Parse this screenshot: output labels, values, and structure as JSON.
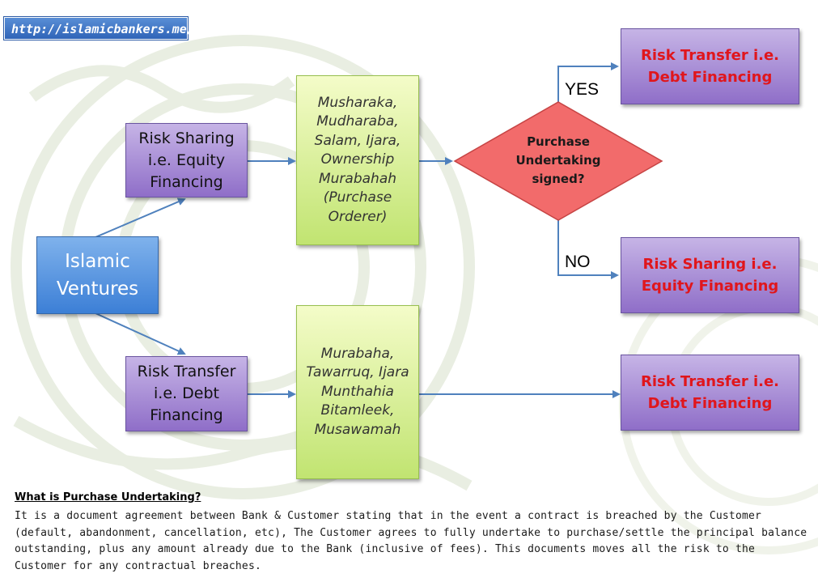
{
  "banner": {
    "url": "http://islamicbankers.me/"
  },
  "nodes": {
    "islamic_ventures": [
      "Islamic",
      "Ventures"
    ],
    "risk_sharing": [
      "Risk Sharing",
      "i.e. Equity",
      "Financing"
    ],
    "risk_transfer": [
      "Risk Transfer",
      "i.e. Debt",
      "Financing"
    ],
    "equity_products": [
      "Musharaka,",
      "Mudharaba,",
      "Salam, Ijara,",
      "Ownership",
      "Murabahah",
      "(Purchase",
      "Orderer)"
    ],
    "debt_products": [
      "Murabaha,",
      "Tawarruq, Ijara",
      "Munthahia",
      "Bitamleek,",
      "Musawamah"
    ],
    "decision": [
      "Purchase",
      "Undertaking",
      "signed?"
    ],
    "outcome_yes": [
      "Risk Transfer i.e.",
      "Debt Financing"
    ],
    "outcome_no": [
      "Risk Sharing i.e.",
      "Equity Financing"
    ],
    "outcome_debt": [
      "Risk Transfer i.e.",
      "Debt Financing"
    ]
  },
  "edge_labels": {
    "yes": "YES",
    "no": "NO"
  },
  "note": {
    "title": "What is Purchase Undertaking?",
    "body": "It is a document agreement between Bank & Customer stating that in the event a contract is breached by the Customer (default, abandonment, cancellation, etc), The Customer agrees to fully undertake to purchase/settle the principal balance outstanding, plus any amount already due to the Bank (inclusive of fees). This documents moves all the risk to the Customer for any contractual breaches."
  },
  "colors": {
    "arrow": "#4f81bd",
    "outcome_text": "#e0161c",
    "diamond_fill": "#f26b6b"
  }
}
